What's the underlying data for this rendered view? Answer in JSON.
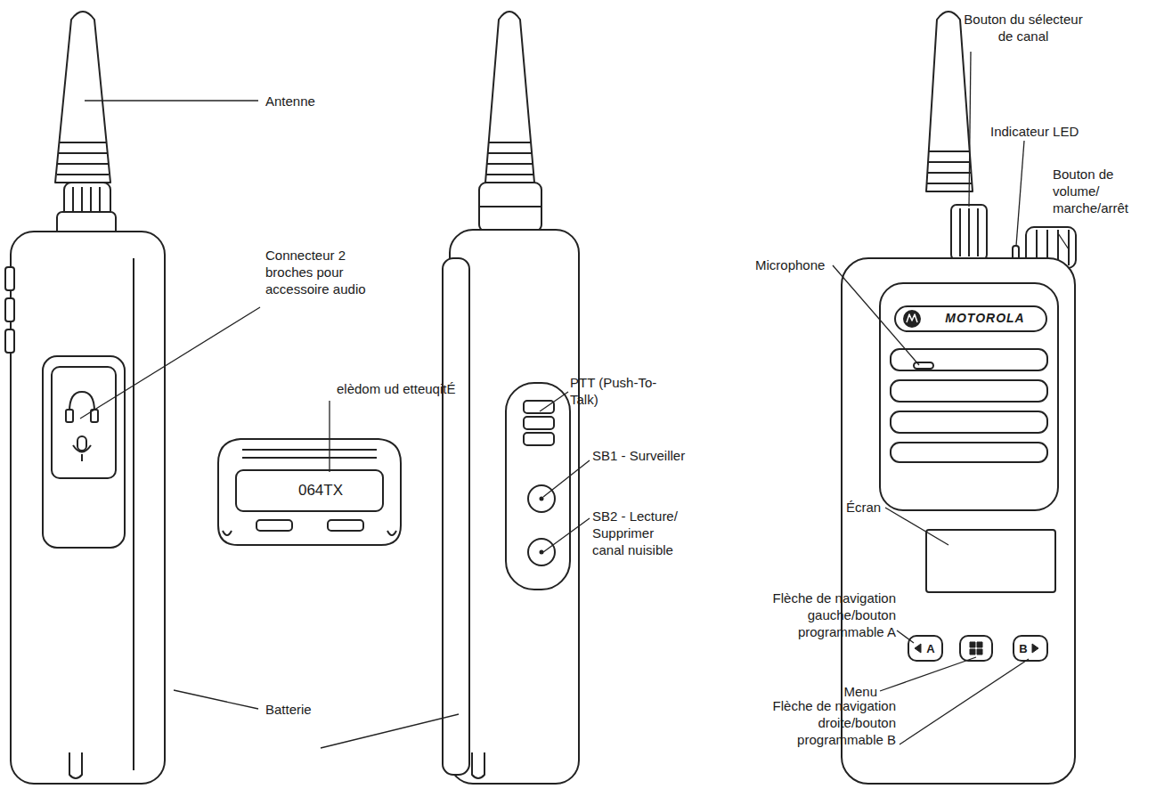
{
  "diagram": {
    "labels": [
      "Antenne",
      "Connecteur 2 broches pour accessoire audio",
      "elèdom ud etteuqitÉ",
      "064TX",
      "Batterie",
      "PTT (Push-To-Talk)",
      "SB1 - Surveiller",
      "SB2 - Lecture/ Supprimer canal nuisible",
      "Bouton du sélecteur de canal",
      "Indicateur LED",
      "Bouton de volume/ marche/arrêt",
      "Microphone",
      "MOTOROLA",
      "Écran",
      "Flèche de navigation gauche/bouton programmable A",
      "A",
      "Menu",
      "Flèche de navigation droite/bouton programmable B",
      "B"
    ]
  }
}
